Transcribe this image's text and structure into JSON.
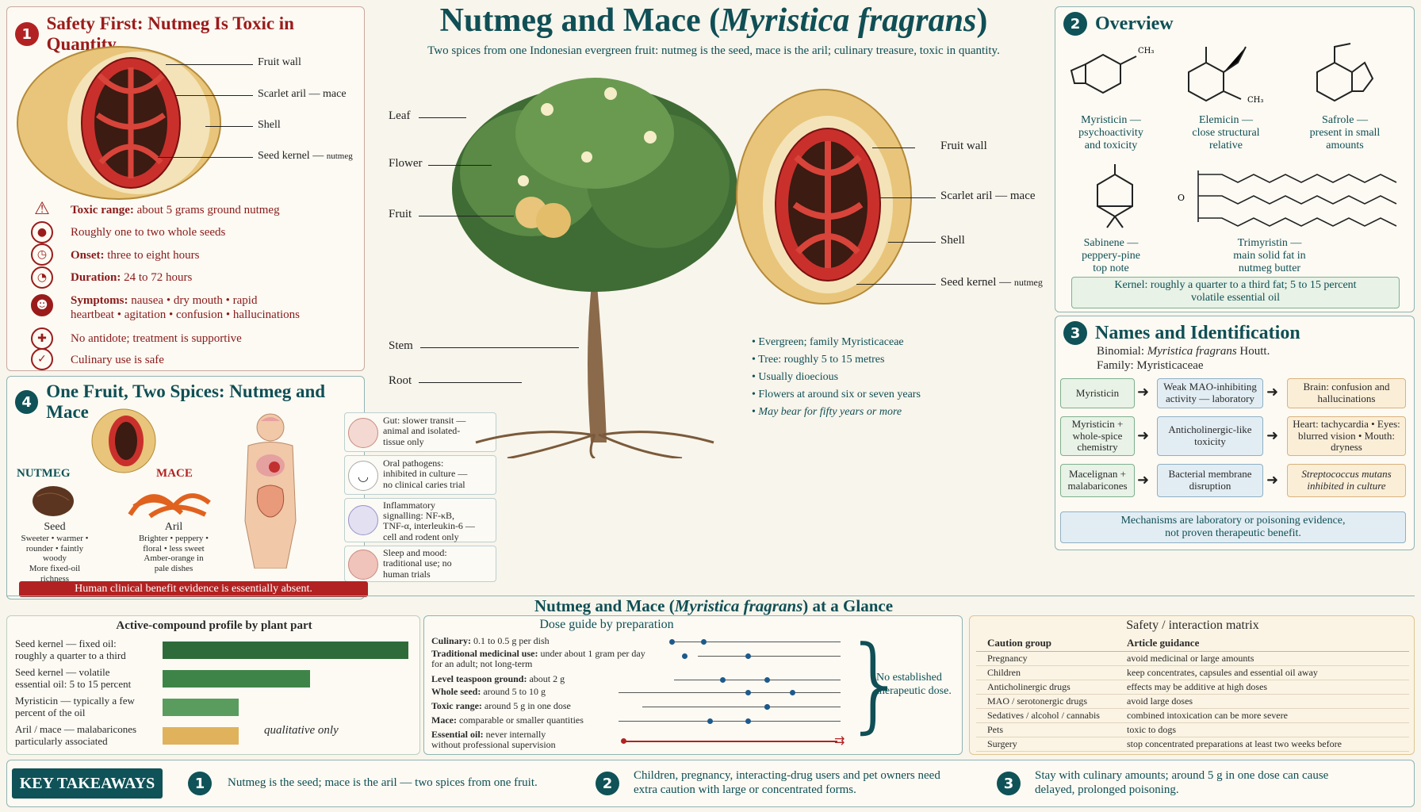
{
  "title": {
    "main": "Nutmeg and Mace (",
    "italic": "Myristica fragrans",
    "close": ")",
    "subtitle": "Two spices from one Indonesian evergreen fruit: nutmeg is the seed, mace is the aril; culinary treasure, toxic in quantity."
  },
  "safety": {
    "num": "1",
    "title": "Safety First: Nutmeg Is Toxic in Quantity",
    "fruit_labels": [
      "Fruit wall",
      "Scarlet aril — mace",
      "Shell",
      "Seed kernel — "
    ],
    "nutmeg_small": "nutmeg",
    "rows": [
      {
        "bold": "Toxic range:",
        "text": "about 5 grams ground nutmeg",
        "icon": "warning-icon"
      },
      {
        "bold": "",
        "text": "Roughly one to two whole seeds",
        "icon": "seed-icon"
      },
      {
        "bold": "Onset:",
        "text": "three to eight hours",
        "icon": "clock-icon"
      },
      {
        "bold": "Duration:",
        "text": "24 to 72 hours",
        "icon": "timer-icon"
      },
      {
        "bold": "Symptoms:",
        "text": "nausea • dry mouth • rapid",
        "text2": "heartbeat • agitation • confusion • hallucinations",
        "icon": "head-icon"
      },
      {
        "bold": "",
        "text": "No antidote; treatment is supportive",
        "icon": "medical-cross-icon"
      },
      {
        "bold": "",
        "text": "Culinary use is safe",
        "icon": "shield-check-icon"
      }
    ]
  },
  "tree": {
    "labels": [
      "Leaf",
      "Flower",
      "Fruit",
      "Stem",
      "Root"
    ],
    "facts": [
      "Evergreen; family Myristicaceae",
      "Tree: roughly 5 to 15 metres",
      "Usually dioecious",
      "Flowers at around six or seven years",
      "May bear for fifty years or more"
    ],
    "fruit_labels": [
      "Fruit wall",
      "Scarlet aril — mace",
      "Shell",
      "Seed kernel — "
    ],
    "nutmeg_small": "nutmeg"
  },
  "overview": {
    "num": "2",
    "title": "Overview",
    "compounds": [
      {
        "name": "Myristicin —",
        "desc": "psychoactivity",
        "desc2": "and toxicity"
      },
      {
        "name": "Elemicin —",
        "desc": "close structural",
        "desc2": "relative"
      },
      {
        "name": "Safrole —",
        "desc": "present in small",
        "desc2": "amounts"
      },
      {
        "name": "Sabinene —",
        "desc": "peppery-pine",
        "desc2": "top note"
      },
      {
        "name": "Trimyristin —",
        "desc": "main solid fat in",
        "desc2": "nutmeg butter"
      }
    ],
    "chem_labels": {
      "ch3": "CH₃",
      "o": "O"
    },
    "note": "Kernel: roughly a quarter to a third fat; 5 to 15 percent",
    "note2": "volatile essential oil"
  },
  "names": {
    "num": "3",
    "title": "Names and Identification",
    "binomial_label": "Binomial: ",
    "binomial": "Myristica fragrans",
    "binomial_auth": " Houtt.",
    "family": "Family: Myristicaceae",
    "rows": [
      [
        "Myristicin",
        "Weak MAO-inhibiting activity — laboratory",
        "Brain: confusion and hallucinations"
      ],
      [
        "Myristicin + whole-spice chemistry",
        "Anticholinergic-like toxicity",
        "Heart: tachycardia • Eyes: blurred vision • Mouth: dryness"
      ],
      [
        "Macelignan + malabaricones",
        "Bacterial membrane disruption",
        "Streptococcus mutans inhibited in culture"
      ]
    ],
    "note": "Mechanisms are laboratory or poisoning evidence,",
    "note2": "not proven therapeutic benefit."
  },
  "spices": {
    "num": "4",
    "title": "One Fruit, Two Spices: Nutmeg and Mace",
    "nutmeg": "NUTMEG",
    "mace": "MACE",
    "seed": "Seed",
    "seed_desc": "Sweeter • warmer •",
    "seed_desc2": "rounder • faintly woody",
    "seed_desc3": "More fixed-oil richness",
    "aril": "Aril",
    "aril_desc": "Brighter • peppery •",
    "aril_desc2": "floral • less sweet",
    "aril_desc3": "Amber-orange in",
    "aril_desc4": "pale dishes",
    "effects": [
      {
        "l1": "Gut: slower transit —",
        "l2": "animal and isolated-",
        "l3": "tissue only"
      },
      {
        "l1": "Oral pathogens:",
        "l2": "inhibited in culture —",
        "l3": "no clinical caries trial"
      },
      {
        "l1": "Inflammatory",
        "l2": "signalling: NF-κB,",
        "l3": "TNF-α, interleukin-6 —",
        "l4": "cell and rodent only"
      },
      {
        "l1": "Sleep and mood:",
        "l2": "traditional use; no",
        "l3": "human trials"
      }
    ],
    "banner": "Human clinical benefit evidence is essentially absent."
  },
  "glance": {
    "title_a": "Nutmeg and Mace (",
    "title_i": "Myristica fragrans",
    "title_b": ") at a Glance"
  },
  "profile": {
    "title": "Active-compound profile by plant part",
    "qualitative": "qualitative only",
    "rows": [
      {
        "l1": "Seed kernel — fixed oil:",
        "l2": "roughly a quarter to a third",
        "value": 1.0,
        "color": "#2e6b3a"
      },
      {
        "l1": "Seed kernel — volatile",
        "l2": "essential oil:  5 to 15 percent",
        "value": 0.6,
        "color": "#3e8448"
      },
      {
        "l1": "Myristicin — typically a few",
        "l2": "percent of the oil",
        "value": 0.31,
        "color": "#5a9b5e"
      },
      {
        "l1": "Aril / mace — malabaricones",
        "l2": "particularly associated",
        "value": 0.31,
        "color": "#e0b25c"
      }
    ]
  },
  "dose": {
    "title": "Dose guide by preparation",
    "side": "No established",
    "side2": "therapeutic dose.",
    "rows": [
      {
        "b": "Culinary:",
        "t": "0.1 to 0.5 g",
        "s": " per dish",
        "lo": 0.78,
        "hi": 0.83
      },
      {
        "b": "Traditional medicinal use:",
        "t": "under about 1 gram per day",
        "t2": "for an adult; not long-term",
        "lo": 0.8,
        "hi": 0.9
      },
      {
        "b": "Level teaspoon ground:",
        "t": "about 2 g",
        "lo": 0.86,
        "hi": 0.93
      },
      {
        "b": "Whole seed:",
        "t": "around 5 to 10 g",
        "lo": 0.9,
        "hi": 0.97
      },
      {
        "b": "Toxic range:",
        "t": "around 5 g in one dose",
        "lo": 0.93,
        "hi": 0.93
      },
      {
        "b": "Mace:",
        "t": "comparable or smaller quantities",
        "lo": 0.84,
        "hi": 0.9
      },
      {
        "b": "Essential oil:",
        "t": "never internally",
        "t2": "without professional supervision",
        "lo": 0.0,
        "hi": 1.0
      }
    ]
  },
  "matrix": {
    "title": "Safety / interaction matrix",
    "h1": "Caution group",
    "h2": "Article guidance",
    "rows": [
      [
        "Pregnancy",
        "avoid medicinal or large amounts"
      ],
      [
        "Children",
        "keep concentrates, capsules and essential oil away"
      ],
      [
        "Anticholinergic drugs",
        "effects may be additive at high doses"
      ],
      [
        "MAO / serotonergic drugs",
        "avoid large doses"
      ],
      [
        "Sedatives / alcohol / cannabis",
        "combined intoxication can be more severe"
      ],
      [
        "Pets",
        "toxic to dogs"
      ],
      [
        "Surgery",
        "stop concentrated preparations at least two weeks before"
      ]
    ]
  },
  "takeaways": {
    "label": "KEY TAKEAWAYS",
    "items": [
      {
        "n": "1",
        "t": "Nutmeg is the seed; mace is the aril — two spices from one fruit."
      },
      {
        "n": "2",
        "t": "Children, pregnancy, interacting-drug users and pet owners need",
        "t2": "extra caution with large or concentrated forms."
      },
      {
        "n": "3",
        "t": "Stay with culinary amounts; around 5 g in one dose can cause",
        "t2": "delayed, prolonged poisoning."
      }
    ]
  }
}
